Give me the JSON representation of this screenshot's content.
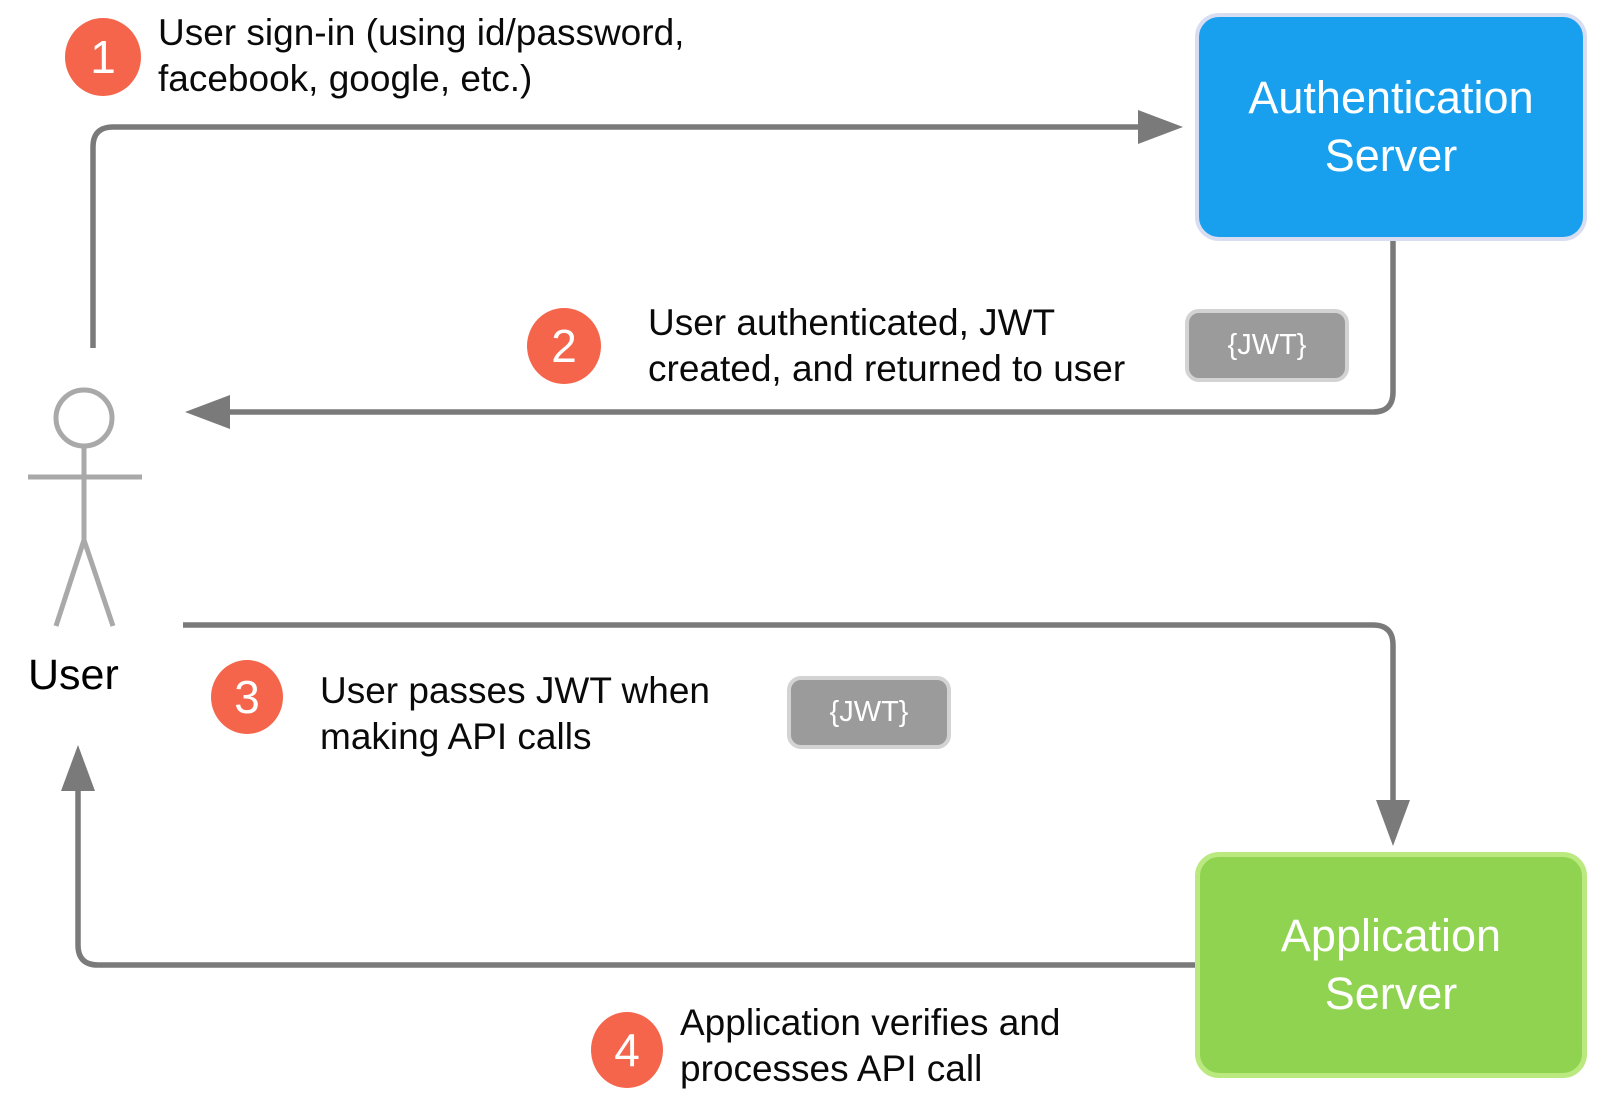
{
  "diagram": {
    "user": {
      "label": "User"
    },
    "servers": {
      "auth": {
        "label": "Authentication Server",
        "color": "#18A0EE"
      },
      "app": {
        "label": "Application Server",
        "color": "#90D351"
      }
    },
    "steps": [
      {
        "number": "1",
        "line1": "User sign-in (using id/password,",
        "line2": "facebook, google, etc.)"
      },
      {
        "number": "2",
        "line1": "User authenticated, JWT",
        "line2": "created, and returned to user"
      },
      {
        "number": "3",
        "line1": "User passes JWT when",
        "line2": "making API calls"
      },
      {
        "number": "4",
        "line1": "Application verifies and",
        "line2": "processes API call"
      }
    ],
    "jwt_badge_label": "{JWT}",
    "colors": {
      "step_badge": "#F4654C",
      "auth_server_fill": "#18A0EE",
      "auth_server_border": "#D9DDF2",
      "app_server_fill": "#90D351",
      "app_server_border": "#BAE97F",
      "jwt_badge_fill": "#9B9B9B",
      "jwt_badge_border": "#D3D3D3",
      "arrow": "#7A7A7A",
      "stick_figure": "#A9A9A9",
      "text": "#0a0a0a"
    },
    "icons": {
      "user_figure": "stick-figure-icon"
    }
  }
}
